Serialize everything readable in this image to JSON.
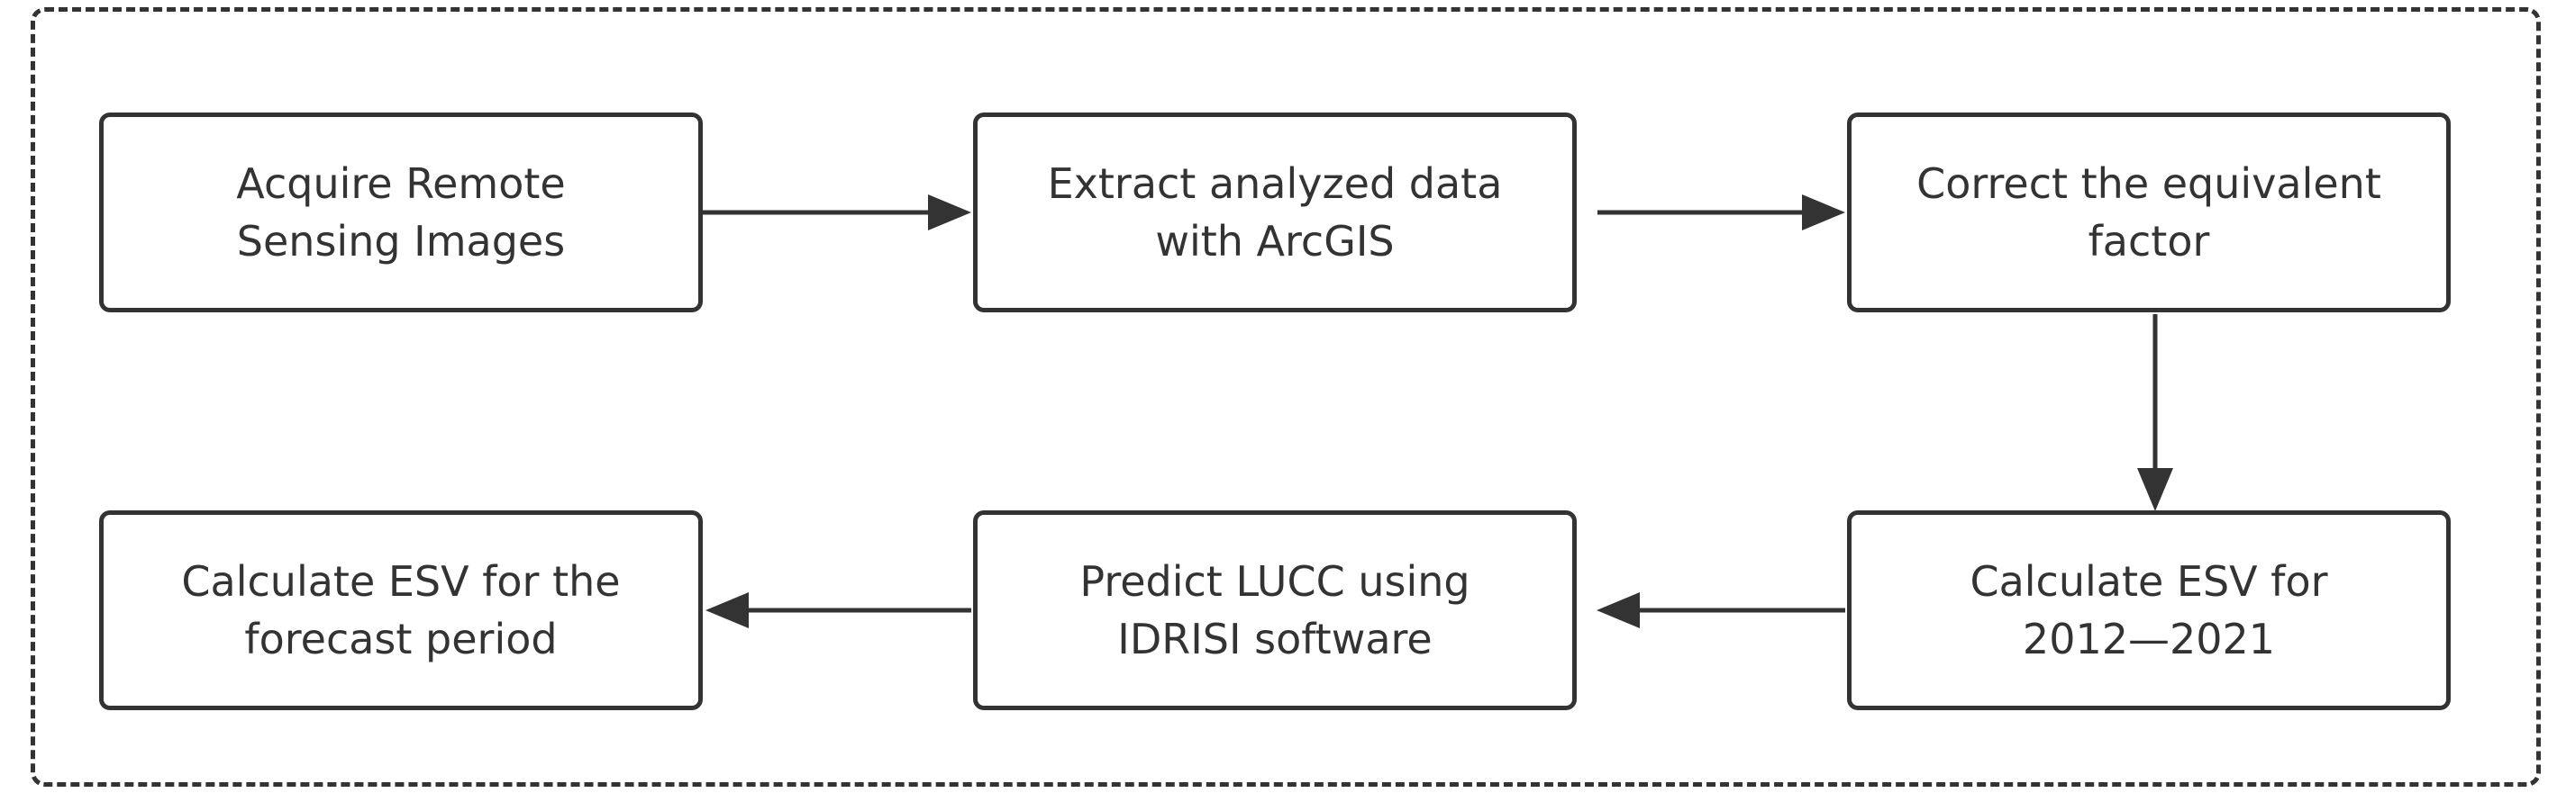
{
  "colors": {
    "stroke": "#333333",
    "text": "#333333",
    "background": "#ffffff"
  },
  "steps": [
    {
      "id": "acquire",
      "lines": [
        "Acquire Remote",
        "Sensing Images"
      ]
    },
    {
      "id": "extract",
      "lines": [
        "Extract analyzed data",
        "with ArcGIS"
      ]
    },
    {
      "id": "correct",
      "lines": [
        "Correct the equivalent",
        "factor"
      ]
    },
    {
      "id": "calc-2012-2021",
      "lines": [
        "Calculate ESV for",
        "2012—2021"
      ]
    },
    {
      "id": "predict",
      "lines": [
        "Predict LUCC using",
        "IDRISI software"
      ]
    },
    {
      "id": "calc-forecast",
      "lines": [
        "Calculate ESV for the",
        "forecast period"
      ]
    }
  ],
  "connections": [
    {
      "from": "acquire",
      "to": "extract"
    },
    {
      "from": "extract",
      "to": "correct"
    },
    {
      "from": "correct",
      "to": "calc-2012-2021"
    },
    {
      "from": "calc-2012-2021",
      "to": "predict"
    },
    {
      "from": "predict",
      "to": "calc-forecast"
    }
  ]
}
